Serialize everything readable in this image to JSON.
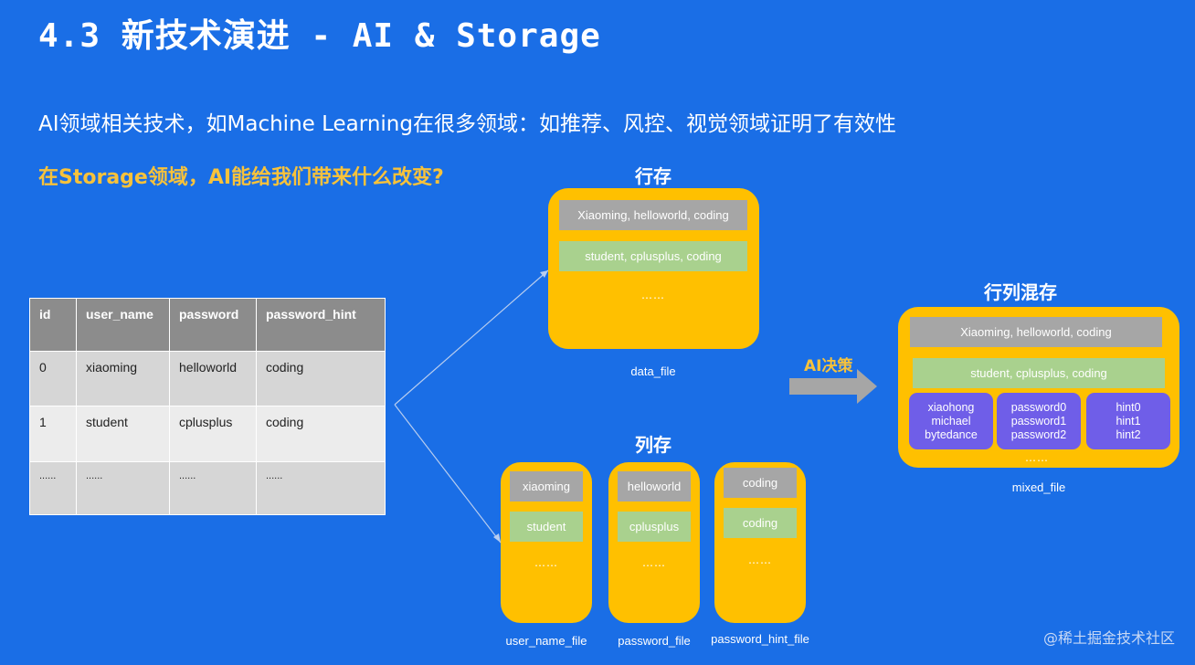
{
  "slide": {
    "title": "4.3 新技术演进 -  AI & Storage",
    "subtitle": "AI领域相关技术，如Machine Learning在很多领域：如推荐、风控、视觉领域证明了有效性",
    "question": "在Storage领域，AI能给我们带来什么改变?",
    "watermark": "@稀土掘金技术社区"
  },
  "table": {
    "headers": [
      "id",
      "user_name",
      "password",
      "password_hint"
    ],
    "rows": [
      [
        "0",
        "xiaoming",
        "helloworld",
        "coding"
      ],
      [
        "1",
        "student",
        "cplusplus",
        "coding"
      ],
      [
        "......",
        "......",
        "......",
        "......"
      ]
    ]
  },
  "row_store": {
    "heading": "行存",
    "rows": [
      "Xiaoming, helloworld, coding",
      "student, cplusplus, coding"
    ],
    "ellipsis": "……",
    "file": "data_file"
  },
  "column_store": {
    "heading": "列存",
    "columns": [
      {
        "top": "xiaoming",
        "second": "student",
        "ellipsis": "……",
        "file": "user_name_file"
      },
      {
        "top": "helloworld",
        "second": "cplusplus",
        "ellipsis": "……",
        "file": "password_file"
      },
      {
        "top": "coding",
        "second": "coding",
        "ellipsis": "……",
        "file": "password_hint_file"
      }
    ]
  },
  "ai_decision": {
    "label": "AI决策"
  },
  "hybrid_store": {
    "heading": "行列混存",
    "rows": [
      "Xiaoming, helloworld, coding",
      "student, cplusplus, coding"
    ],
    "groups": [
      [
        "xiaohong",
        "michael",
        "bytedance"
      ],
      [
        "password0",
        "password1",
        "password2"
      ],
      [
        "hint0",
        "hint1",
        "hint2"
      ]
    ],
    "ellipsis": "……",
    "file": "mixed_file"
  },
  "colors": {
    "background": "#1a6ee6",
    "container": "#ffc000",
    "gray_row": "#a6a6a6",
    "green_row": "#a9d18e",
    "purple_group": "#6f5ee8",
    "accent_text": "#f7c23b"
  }
}
